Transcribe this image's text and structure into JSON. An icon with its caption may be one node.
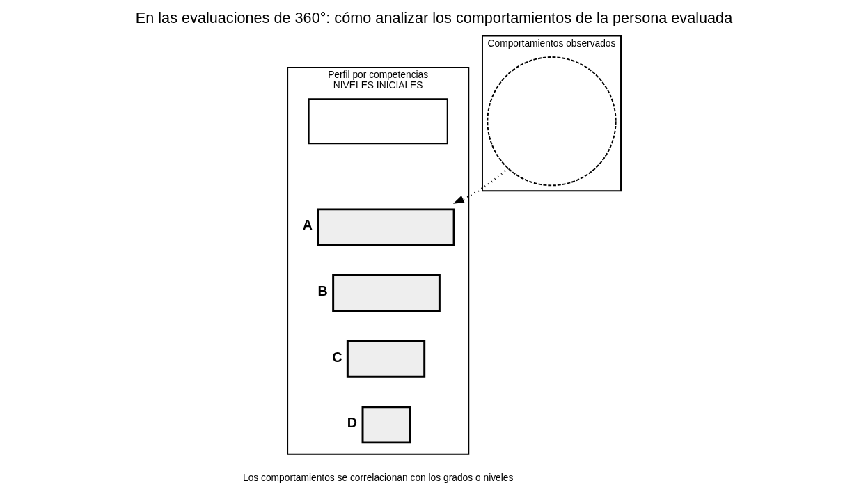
{
  "diagram": {
    "title": "En las evaluaciones de 360°: cómo analizar los comportamientos de la persona evaluada",
    "nodes": [
      {
        "text": [
          "Perfil por competencias",
          "NIVELES INICIALES"
        ],
        "beside": [
          "Los comportamientos se correlacionan con los grados o niveles"
        ]
      },
      {
        "text": [],
        "shape": "box",
        "in": 0
      },
      {
        "text": [],
        "shape": "box",
        "in": 0,
        "beside": [
          "A"
        ]
      },
      {
        "text": [],
        "shape": "box",
        "in": 0,
        "beside": [
          "B"
        ]
      },
      {
        "text": [],
        "shape": "box",
        "in": 0,
        "beside": [
          "C"
        ]
      },
      {
        "text": [],
        "shape": "box",
        "in": 0,
        "beside": [
          "D"
        ]
      },
      {
        "text": [
          "Comportamientos observados"
        ]
      },
      {
        "text": [],
        "shape": "circle",
        "in": 6
      }
    ],
    "edges": [
      {
        "from": 7,
        "to": 2,
        "arrow": "to",
        "style": "dashed"
      }
    ]
  }
}
